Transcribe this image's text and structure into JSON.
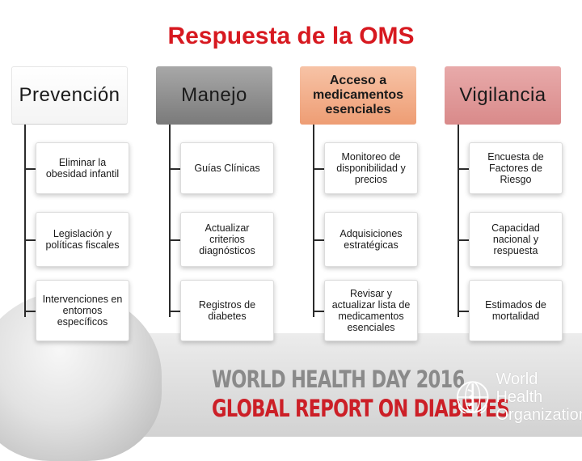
{
  "title": "Respuesta de la OMS",
  "colors": {
    "title": "#d71920",
    "prevencion": "#ffffff",
    "manejo": "#8a8a8a",
    "acceso": "#f2a882",
    "vigilancia": "#dd9595"
  },
  "columns": [
    {
      "header": "Prevención",
      "items": [
        "Eliminar la obesidad infantil",
        "Legislación y políticas fiscales",
        "Intervenciones en entornos específicos"
      ]
    },
    {
      "header": "Manejo",
      "items": [
        "Guías Clínicas",
        "Actualizar criterios diagnósticos",
        "Registros de diabetes"
      ]
    },
    {
      "header": "Acceso a medicamentos esenciales",
      "items": [
        "Monitoreo de disponibilidad y precios",
        "Adquisiciones estratégicas",
        "Revisar y actualizar lista de medicamentos esenciales"
      ]
    },
    {
      "header": "Vigilancia",
      "items": [
        "Encuesta de Factores de Riesgo",
        "Capacidad nacional y respuesta",
        "Estimados de mortalidad"
      ]
    }
  ],
  "banner": {
    "line1": "WORLD HEALTH DAY 2016",
    "line2": "GLOBAL REPORT ON DIABETES"
  },
  "who": {
    "line1": "World Health",
    "line2": "Organization",
    "icon": "who-emblem-icon"
  }
}
